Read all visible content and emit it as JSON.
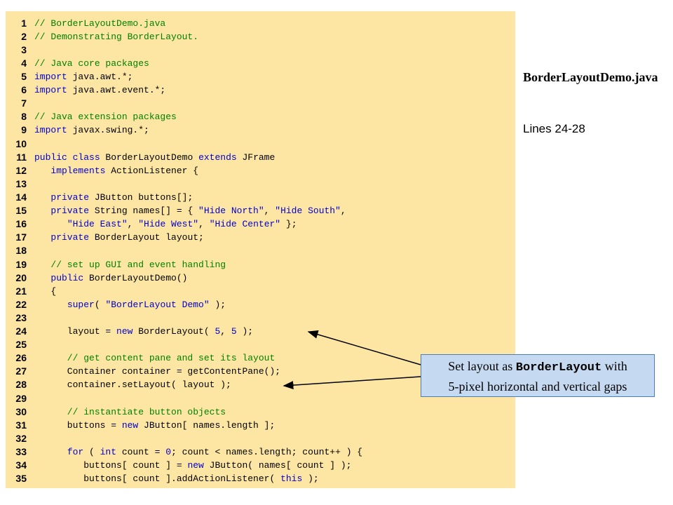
{
  "code_lines": [
    {
      "num": "1",
      "segs": [
        {
          "t": "// BorderLayoutDemo.java",
          "c": "cm"
        }
      ]
    },
    {
      "num": "2",
      "segs": [
        {
          "t": "// Demonstrating BorderLayout.",
          "c": "cm"
        }
      ]
    },
    {
      "num": "3",
      "segs": []
    },
    {
      "num": "4",
      "segs": [
        {
          "t": "// Java core packages",
          "c": "cm"
        }
      ]
    },
    {
      "num": "5",
      "segs": [
        {
          "t": "import",
          "c": "kw"
        },
        {
          "t": " java.awt.*;",
          "c": "pl"
        }
      ]
    },
    {
      "num": "6",
      "segs": [
        {
          "t": "import",
          "c": "kw"
        },
        {
          "t": " java.awt.event.*;",
          "c": "pl"
        }
      ]
    },
    {
      "num": "7",
      "segs": []
    },
    {
      "num": "8",
      "segs": [
        {
          "t": "// Java extension packages",
          "c": "cm"
        }
      ]
    },
    {
      "num": "9",
      "segs": [
        {
          "t": "import",
          "c": "kw"
        },
        {
          "t": " javax.swing.*;",
          "c": "pl"
        }
      ]
    },
    {
      "num": "10",
      "segs": []
    },
    {
      "num": "11",
      "segs": [
        {
          "t": "public class",
          "c": "kw"
        },
        {
          "t": " BorderLayoutDemo ",
          "c": "pl"
        },
        {
          "t": "extends",
          "c": "kw"
        },
        {
          "t": " JFrame",
          "c": "pl"
        }
      ]
    },
    {
      "num": "12",
      "segs": [
        {
          "t": "   ",
          "c": "pl"
        },
        {
          "t": "implements",
          "c": "kw"
        },
        {
          "t": " ActionListener {",
          "c": "pl"
        }
      ]
    },
    {
      "num": "13",
      "segs": []
    },
    {
      "num": "14",
      "segs": [
        {
          "t": "   ",
          "c": "pl"
        },
        {
          "t": "private",
          "c": "kw"
        },
        {
          "t": " JButton buttons[];",
          "c": "pl"
        }
      ]
    },
    {
      "num": "15",
      "segs": [
        {
          "t": "   ",
          "c": "pl"
        },
        {
          "t": "private",
          "c": "kw"
        },
        {
          "t": " String names[] = { ",
          "c": "pl"
        },
        {
          "t": "\"Hide North\"",
          "c": "st"
        },
        {
          "t": ", ",
          "c": "pl"
        },
        {
          "t": "\"Hide South\"",
          "c": "st"
        },
        {
          "t": ",",
          "c": "pl"
        }
      ]
    },
    {
      "num": "16",
      "segs": [
        {
          "t": "      ",
          "c": "pl"
        },
        {
          "t": "\"Hide East\"",
          "c": "st"
        },
        {
          "t": ", ",
          "c": "pl"
        },
        {
          "t": "\"Hide West\"",
          "c": "st"
        },
        {
          "t": ", ",
          "c": "pl"
        },
        {
          "t": "\"Hide Center\"",
          "c": "st"
        },
        {
          "t": " };",
          "c": "pl"
        }
      ]
    },
    {
      "num": "17",
      "segs": [
        {
          "t": "   ",
          "c": "pl"
        },
        {
          "t": "private",
          "c": "kw"
        },
        {
          "t": " BorderLayout layout;",
          "c": "pl"
        }
      ]
    },
    {
      "num": "18",
      "segs": []
    },
    {
      "num": "19",
      "segs": [
        {
          "t": "   // set up GUI and event handling",
          "c": "cm"
        }
      ]
    },
    {
      "num": "20",
      "segs": [
        {
          "t": "   ",
          "c": "pl"
        },
        {
          "t": "public",
          "c": "kw"
        },
        {
          "t": " BorderLayoutDemo()",
          "c": "pl"
        }
      ]
    },
    {
      "num": "21",
      "segs": [
        {
          "t": "   {",
          "c": "pl"
        }
      ]
    },
    {
      "num": "22",
      "segs": [
        {
          "t": "      ",
          "c": "pl"
        },
        {
          "t": "super",
          "c": "kw"
        },
        {
          "t": "( ",
          "c": "pl"
        },
        {
          "t": "\"BorderLayout Demo\"",
          "c": "st"
        },
        {
          "t": " );",
          "c": "pl"
        }
      ]
    },
    {
      "num": "23",
      "segs": []
    },
    {
      "num": "24",
      "segs": [
        {
          "t": "      layout = ",
          "c": "pl"
        },
        {
          "t": "new",
          "c": "kw"
        },
        {
          "t": " BorderLayout( ",
          "c": "pl"
        },
        {
          "t": "5",
          "c": "st"
        },
        {
          "t": ", ",
          "c": "pl"
        },
        {
          "t": "5",
          "c": "st"
        },
        {
          "t": " );",
          "c": "pl"
        }
      ]
    },
    {
      "num": "25",
      "segs": []
    },
    {
      "num": "26",
      "segs": [
        {
          "t": "      // get content pane and set its layout",
          "c": "cm"
        }
      ]
    },
    {
      "num": "27",
      "segs": [
        {
          "t": "      Container container = getContentPane();",
          "c": "pl"
        }
      ]
    },
    {
      "num": "28",
      "segs": [
        {
          "t": "      container.setLayout( layout );",
          "c": "pl"
        }
      ]
    },
    {
      "num": "29",
      "segs": []
    },
    {
      "num": "30",
      "segs": [
        {
          "t": "      // instantiate button objects",
          "c": "cm"
        }
      ]
    },
    {
      "num": "31",
      "segs": [
        {
          "t": "      buttons = ",
          "c": "pl"
        },
        {
          "t": "new",
          "c": "kw"
        },
        {
          "t": " JButton[ names.length ];",
          "c": "pl"
        }
      ]
    },
    {
      "num": "32",
      "segs": []
    },
    {
      "num": "33",
      "segs": [
        {
          "t": "      ",
          "c": "pl"
        },
        {
          "t": "for",
          "c": "kw"
        },
        {
          "t": " ( ",
          "c": "pl"
        },
        {
          "t": "int",
          "c": "kw"
        },
        {
          "t": " count = ",
          "c": "pl"
        },
        {
          "t": "0",
          "c": "st"
        },
        {
          "t": "; count < names.length; count++ ) {",
          "c": "pl"
        }
      ]
    },
    {
      "num": "34",
      "segs": [
        {
          "t": "         buttons[ count ] = ",
          "c": "pl"
        },
        {
          "t": "new",
          "c": "kw"
        },
        {
          "t": " JButton( names[ count ] );",
          "c": "pl"
        }
      ]
    },
    {
      "num": "35",
      "segs": [
        {
          "t": "         buttons[ count ].addActionListener( ",
          "c": "pl"
        },
        {
          "t": "this",
          "c": "kw"
        },
        {
          "t": " );",
          "c": "pl"
        }
      ]
    }
  ],
  "sidebar": {
    "title": "BorderLayoutDemo.java",
    "lines_ref": "Lines 24-28"
  },
  "callout": {
    "text_before": "Set layout as ",
    "code_word": "BorderLayout",
    "text_after": " with",
    "line2": "5-pixel horizontal and vertical gaps"
  },
  "colors": {
    "panel_bg": "#fde6a3",
    "comment": "#008000",
    "keyword": "#0000cc",
    "callout_bg": "#c5d9f1"
  }
}
